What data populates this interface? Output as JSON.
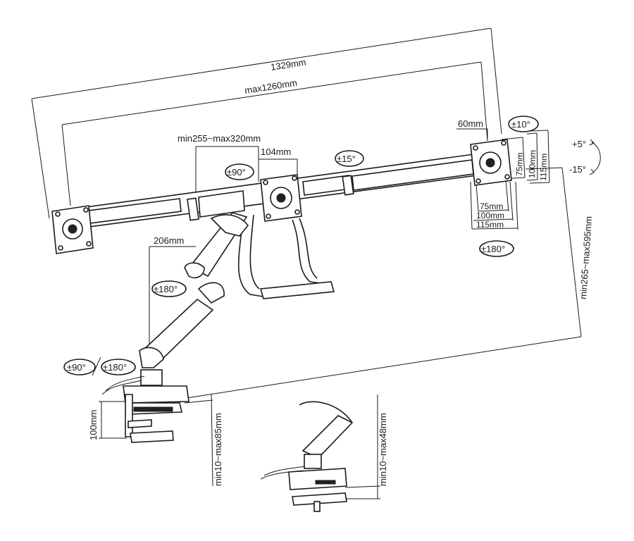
{
  "dimensions": {
    "total_width": "1329mm",
    "max_span": "max1260mm",
    "arm_reach": "min255~max320mm",
    "center_offset": "104mm",
    "side_offset": "60mm",
    "arm_depth": "206mm",
    "height_range": "min265~max595mm",
    "clamp_height": "100mm",
    "clamp_range": "min10~max85mm",
    "grommet_range": "min10~max48mm",
    "vesa_75_v": "75mm",
    "vesa_100_v": "100mm",
    "vesa_115_v": "115mm",
    "vesa_75_h": "75mm",
    "vesa_100_h": "100mm",
    "vesa_115_h": "115mm"
  },
  "rotations": {
    "tilt_up": "+5°",
    "tilt_down": "-15°",
    "roll": "±10°",
    "center_swivel": "±15°",
    "pivot_90": "±90°",
    "panel_rotate": "±180°",
    "elbow_rotate": "±180°",
    "base_swivel_90": "±90°",
    "base_swivel_180": "±180°"
  }
}
